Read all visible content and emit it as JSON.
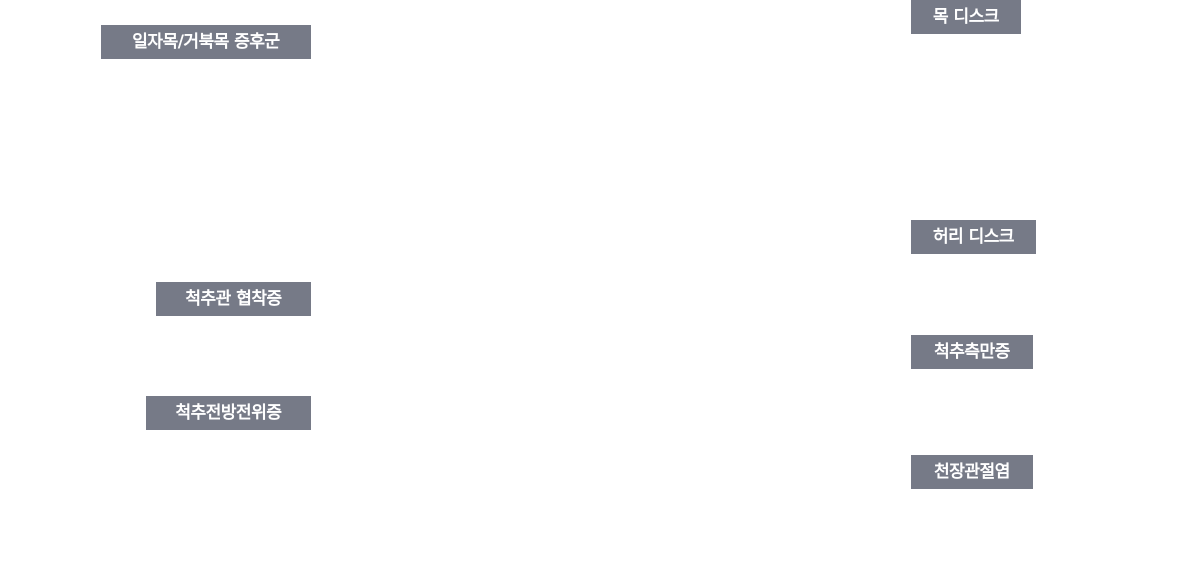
{
  "labels": {
    "left": {
      "cervical_syndrome": "일자목/거북목 증후군",
      "facet_stenosis": "척추관 협착증",
      "spondylolisthesis": "척추전방전위증"
    },
    "right": {
      "neck_disc": "목 디스크",
      "lumbar_disc": "허리 디스크",
      "scoliosis": "척추측만증",
      "sacroiliitis": "천장관절염"
    }
  },
  "colors": {
    "label_background": "#767a87",
    "label_text": "#ffffff",
    "page_background": "#ffffff"
  }
}
